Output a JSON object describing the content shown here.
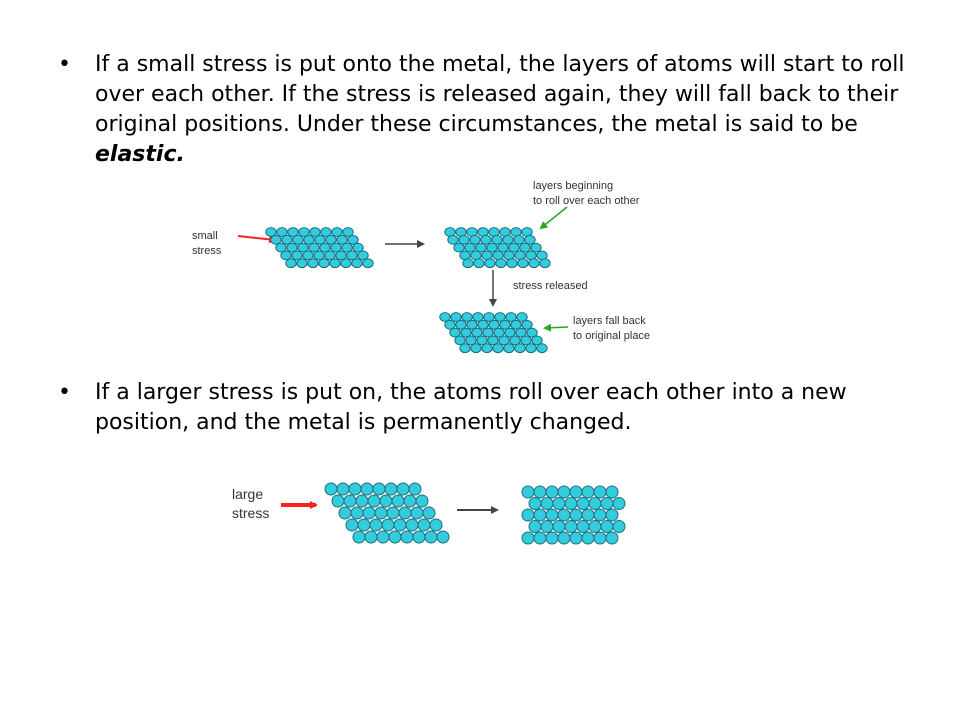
{
  "bullet_symbol": "•",
  "bullet1": {
    "text": "If a small stress is put onto the metal, the layers of atoms will start to roll over each other. If the stress is released again, they will fall back to their original positions. Under these circumstances, the metal is said to be ",
    "emphasis": "elastic."
  },
  "bullet2": {
    "text": "If a larger stress is put on, the atoms roll over each other into a new position, and the metal is permanently changed."
  },
  "figure1": {
    "small_stress": [
      "small",
      "stress"
    ],
    "beginning": [
      "layers beginning",
      "to roll over each other"
    ],
    "released": "stress released",
    "fall_back": [
      "layers fall back",
      "to original place"
    ]
  },
  "figure2": {
    "large_stress": [
      "large",
      "stress"
    ]
  },
  "colors": {
    "atom_fill": "#33ccdd",
    "stress_arrow": "#ff2020",
    "pointer_arrow": "#22aa22",
    "process_arrow": "#444444"
  }
}
